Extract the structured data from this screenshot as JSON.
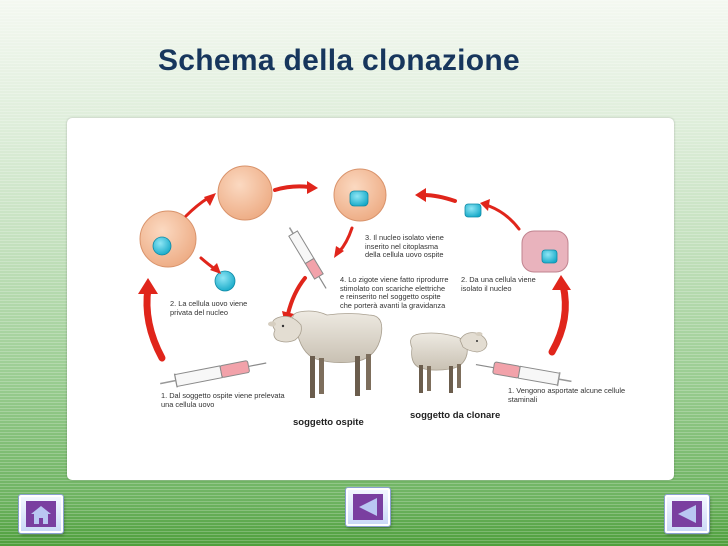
{
  "slide": {
    "title": "Schema della clonazione"
  },
  "diagram": {
    "steps": [
      {
        "id": "step1",
        "text": "1. Dal soggetto ospite viene prelevata\nuna cellula uovo"
      },
      {
        "id": "step2",
        "text": "2. La cellula uovo viene\nprivata del nucleo"
      },
      {
        "id": "step3",
        "text": "3. Il nucleo isolato viene\ninserito nel citoplasma\ndella cellula uovo ospite"
      },
      {
        "id": "step4",
        "text": "4. Lo zigote viene fatto riprodurre\nstimolato con scariche elettriche\ne reinserito nel soggetto ospite\nche porterà avanti la gravidanza"
      },
      {
        "id": "right2",
        "text": "2. Da una cellula viene\nisolato il nucleo"
      },
      {
        "id": "right1",
        "text": "1. Vengono asportate alcune cellule\nstaminali"
      }
    ],
    "labels": {
      "host": "soggetto ospite",
      "donor": "soggetto da clonare"
    },
    "colors": {
      "arrow": "#e0251b",
      "cell": "#f6c4a2",
      "nucleus": "#27c3df",
      "stem_cell": "#e9b3bd",
      "syringe_fluid": "#f2a2aa"
    }
  },
  "nav": {
    "home": {
      "icon": "home-icon"
    },
    "back": {
      "icon": "triangle-left-icon"
    },
    "prev": {
      "icon": "triangle-left-icon"
    }
  }
}
